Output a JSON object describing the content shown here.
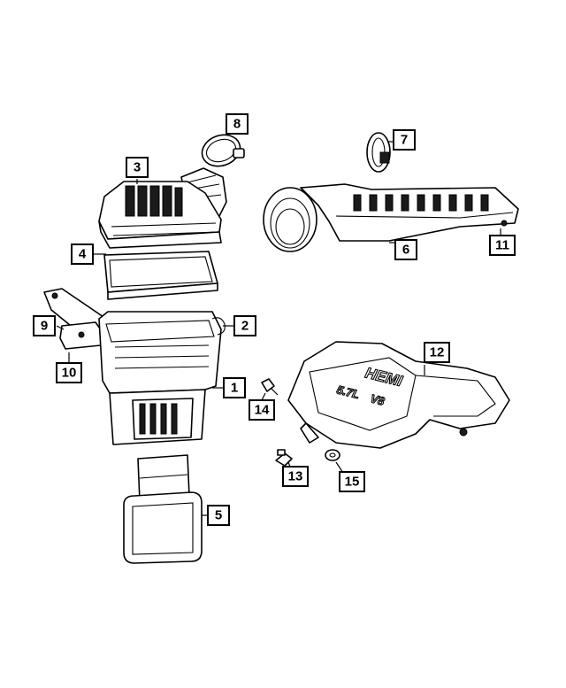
{
  "callouts": [
    {
      "id": "1",
      "label": "1"
    },
    {
      "id": "2",
      "label": "2"
    },
    {
      "id": "3",
      "label": "3"
    },
    {
      "id": "4",
      "label": "4"
    },
    {
      "id": "5",
      "label": "5"
    },
    {
      "id": "6",
      "label": "6"
    },
    {
      "id": "7",
      "label": "7"
    },
    {
      "id": "8",
      "label": "8"
    },
    {
      "id": "9",
      "label": "9"
    },
    {
      "id": "10",
      "label": "10"
    },
    {
      "id": "11",
      "label": "11"
    },
    {
      "id": "12",
      "label": "12"
    },
    {
      "id": "13",
      "label": "13"
    },
    {
      "id": "14",
      "label": "14"
    },
    {
      "id": "15",
      "label": "15"
    }
  ],
  "emblem": {
    "line1": "HEMI",
    "line2a": "5.7L",
    "line2b": "V8"
  }
}
